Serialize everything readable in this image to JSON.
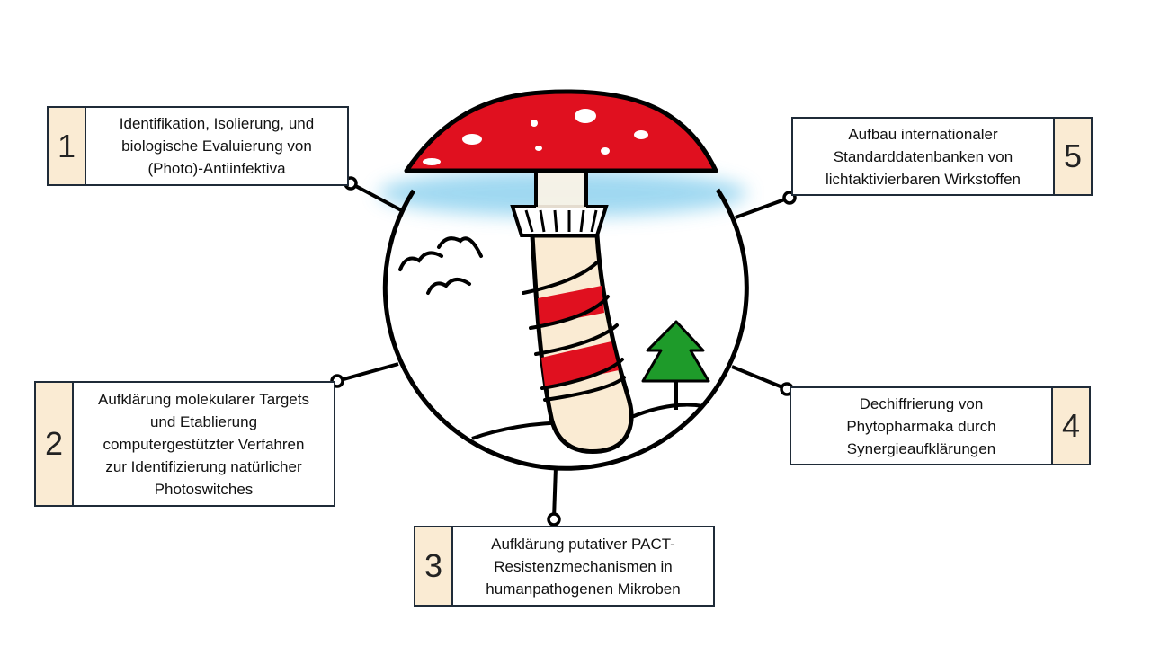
{
  "items": [
    {
      "number": "1",
      "text": "Identifikation, Isolierung, und\nbiologische Evaluierung von\n(Photo)-Antiinfektiva"
    },
    {
      "number": "2",
      "text": "Aufklärung molekularer Targets\nund Etablierung\ncomputergestützter Verfahren\nzur Identifizierung natürlicher\nPhotoswitches"
    },
    {
      "number": "3",
      "text": "Aufklärung putativer PACT-\nResistenzmechanismen in\nhumanpathogenen Mikroben"
    },
    {
      "number": "4",
      "text": "Dechiffrierung von\nPhytopharmaka durch\nSynergieaufklärungen"
    },
    {
      "number": "5",
      "text": "Aufbau internationaler\nStandarddatenbanken von\nlichtaktivierbaren Wirkstoffen"
    }
  ],
  "colors": {
    "mushroom_cap": "#e0101f",
    "cap_spots": "#ffffff",
    "stem": "#faebd3",
    "stem_stripes": "#e0101f",
    "tree": "#1e9b2a",
    "glow": "#8fd2ef",
    "number_fill": "#faebd3",
    "box_border": "#1f2b38"
  },
  "icons": [
    "fly-agaric-mushroom-illustration",
    "birds-icon",
    "fir-tree-icon"
  ]
}
